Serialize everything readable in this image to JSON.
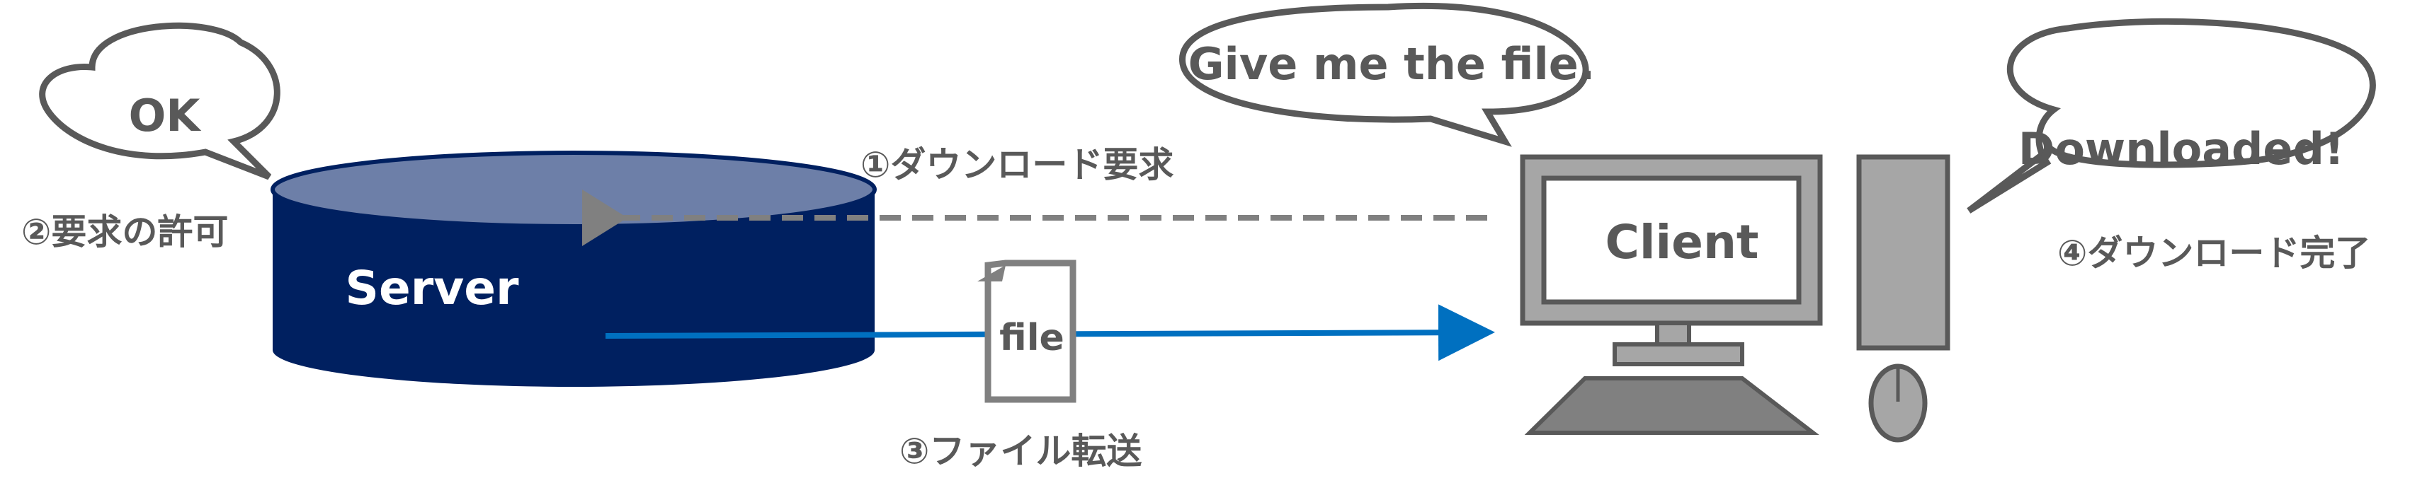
{
  "bubbles": {
    "server": "OK",
    "client_request": "Give me the file.",
    "client_done": "Downloaded!"
  },
  "nodes": {
    "server": "Server",
    "client": "Client",
    "file": "file"
  },
  "labels": {
    "step1": "①ダウンロード要求",
    "step2": "②要求の許可",
    "step3": "③ファイル転送",
    "step4": "④ダウンロード完了"
  },
  "colors": {
    "server_body": "#002060",
    "server_top": "#6d7fa8",
    "transfer_arrow": "#0070c0",
    "request_arrow": "#808080",
    "device_gray": "#a6a6a6",
    "outline_gray": "#595959"
  }
}
